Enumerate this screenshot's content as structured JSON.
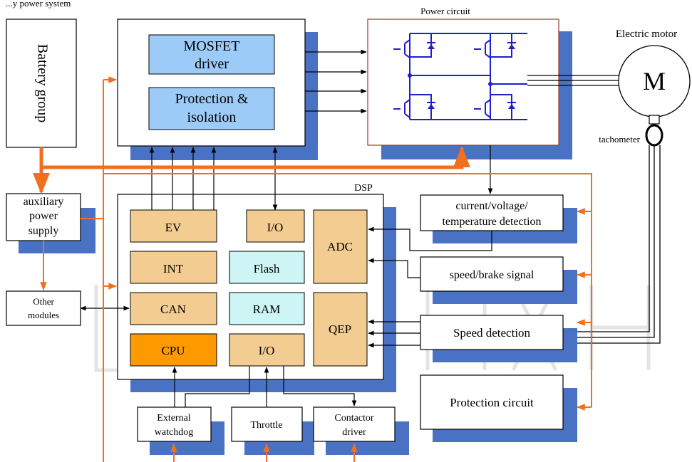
{
  "header_fragment": "...y power system",
  "blocks": {
    "battery": "Battery group",
    "mosfet_line1": "MOSFET",
    "mosfet_line2": "driver",
    "protection_line1": "Protection &",
    "protection_line2": "isolation",
    "power_circuit": "Power circuit",
    "electric_motor": "Electric motor",
    "motor_symbol": "M",
    "tachometer": "tachometer",
    "aux_line1": "auxiliary",
    "aux_line2": "power",
    "aux_line3": "supply",
    "other_line1": "Other",
    "other_line2": "modules",
    "dsp": "DSP",
    "ev": "EV",
    "io_top": "I/O",
    "adc": "ADC",
    "int": "INT",
    "flash": "Flash",
    "can": "CAN",
    "ram": "RAM",
    "qep": "QEP",
    "cpu": "CPU",
    "io_bottom": "I/O",
    "detect_line1": "current/voltage/",
    "detect_line2": "temperature detection",
    "speed_brake": "speed/brake signal",
    "speed_detection": "Speed detection",
    "protection_circuit": "Protection circuit",
    "watchdog_line1": "External",
    "watchdog_line2": "watchdog",
    "throttle": "Throttle",
    "contactor_line1": "Contactor",
    "contactor_line2": "driver"
  },
  "colors": {
    "shadow": "#4a72c4",
    "power_wire": "#f07020",
    "circuit": "#1f1fd0",
    "module_tan": "#f2cc90",
    "module_cyan": "#cdf5f5",
    "module_cpu": "#ff9900",
    "driver_box": "#9ccbf7",
    "power_frame": "#9b3a2a",
    "watermark": "#dddddd"
  }
}
